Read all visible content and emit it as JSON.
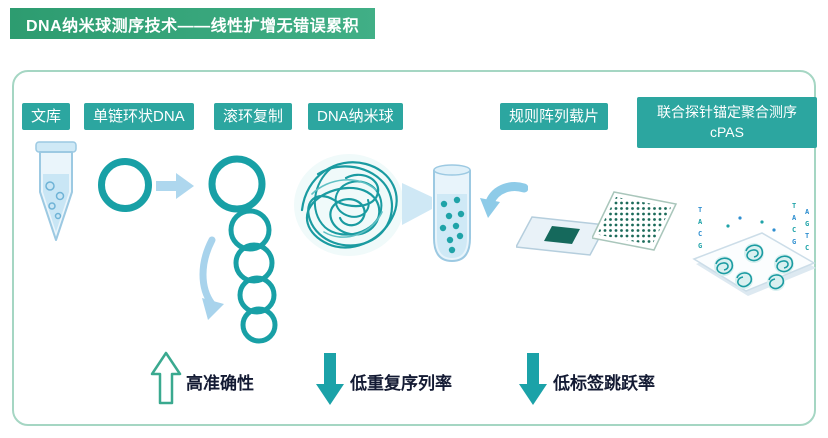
{
  "banner": {
    "title": "DNA纳米球测序技术——线性扩增无错误累积"
  },
  "steps": {
    "library": "文库",
    "circular_dna": "单链环状DNA",
    "rolling_circle": "滚环复制",
    "nanoball": "DNA纳米球",
    "array_slide": "规则阵列载片",
    "cpas_line1": "联合探针锚定聚合测序",
    "cpas_line2": "cPAS"
  },
  "metrics": [
    {
      "direction": "up",
      "label": "高准确性"
    },
    {
      "direction": "down",
      "label": "低重复序列率"
    },
    {
      "direction": "down",
      "label": "低标签跳跃率"
    }
  ],
  "colors": {
    "banner_green": "#35a07a",
    "label_teal": "#2ca6a0",
    "dna_teal": "#18a0a6",
    "arrow_blue": "#a8d3ec",
    "slide_dark_green": "#15695c",
    "metric_text": "#131a33"
  },
  "icons": {
    "library": "test-tube-icon",
    "circular_dna": "dna-ring-icon",
    "step_arrow": "right-arrow-icon",
    "rolling_circle": "rolling-circles-icon",
    "rolling_arrow": "curved-down-arrow-icon",
    "nanoball": "nanoball-tangle-icon",
    "funnel": "funnel-beam-icon",
    "loading_tube": "nanoball-tube-icon",
    "load_arrow": "curved-load-arrow-icon",
    "array_slide": "slide-icon",
    "array_chip": "dot-array-chip-icon",
    "cpas": "cpas-platform-icon",
    "metric_up": "up-arrow-icon",
    "metric_down": "down-arrow-icon"
  }
}
